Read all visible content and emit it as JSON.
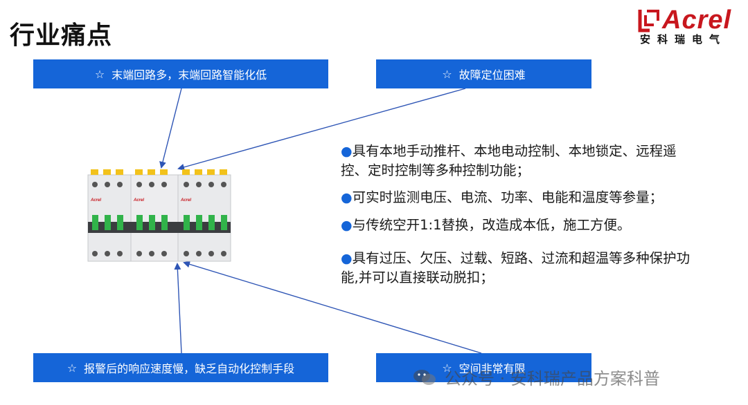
{
  "slide": {
    "title": "行业痛点"
  },
  "logo": {
    "wordmark": "Acrel",
    "subtitle": "安科瑞电气",
    "brand_color": "#c8171e"
  },
  "callouts": {
    "star": "☆",
    "top_left": "末端回路多，末端回路智能化低",
    "top_right": "故障定位困难",
    "bottom_left": "报警后的响应速度慢，缺乏自动化控制手段",
    "bottom_right": "空间非常有限",
    "color": "#1565d8"
  },
  "features": {
    "bullet": "●",
    "items": [
      "具有本地手动推杆、本地电动控制、本地锁定、远程遥控、定时控制等多种控制功能；",
      "可实时监测电压、电流、功率、电能和温度等参量；",
      "与传统空开1:1替换，改造成本低，施工方便。",
      "具有过压、欠压、过载、短路、过流和超温等多种保护功能,并可以直接联动脱扣；"
    ]
  },
  "product_image": {
    "icon": "circuit-breaker-image",
    "module_label": "Acrel"
  },
  "watermark": {
    "icon": "wechat-icon",
    "text": "公众号 · 安科瑞产品方案科普"
  }
}
